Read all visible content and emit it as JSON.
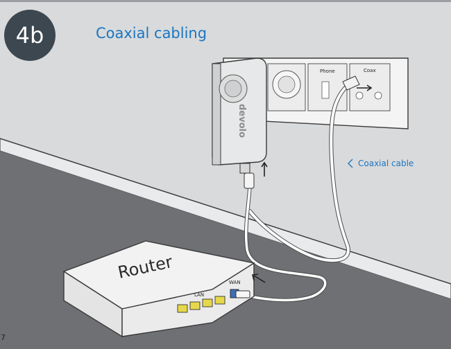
{
  "step": {
    "number": "4b"
  },
  "title": "Coaxial cabling",
  "page_number": "7",
  "wall_panel": {
    "phone_label": "Phone",
    "coax_label": "Coax"
  },
  "adapter": {
    "brand": "devolo"
  },
  "callouts": {
    "coaxial_cable": "Coaxial cable",
    "arrow_glyph": "<"
  },
  "router": {
    "name": "Router",
    "lan_label": "LAN",
    "wan_label": "WAN"
  },
  "colors": {
    "accent_blue": "#1b76c2",
    "badge_bg": "#3d4750",
    "wall": "#d9dadb",
    "floor": "#6e7073",
    "lan_port_yellow": "#e6d84a",
    "wan_port_blue": "#3d6fb6"
  }
}
